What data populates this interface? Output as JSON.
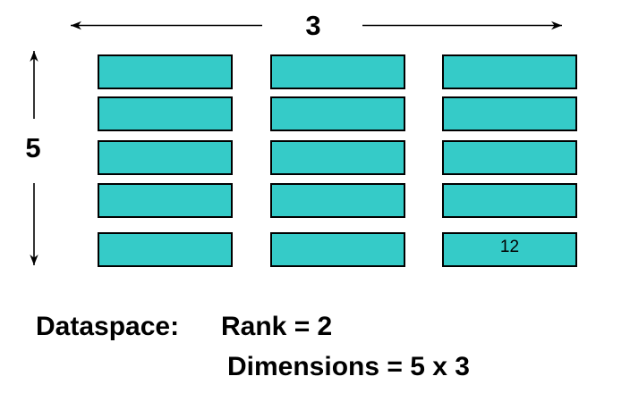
{
  "diagram": {
    "horizontal_dimension_label": "3",
    "vertical_dimension_label": "5",
    "grid": {
      "rows": 5,
      "cols": 3
    },
    "cell_value": {
      "text": "12",
      "row": 5,
      "col": 3
    },
    "colors": {
      "cell_fill": "#35cbc8",
      "cell_border": "#000000",
      "arrow": "#000000",
      "text": "#000000"
    }
  },
  "caption": {
    "dataspace_label": "Dataspace:",
    "rank_text": "Rank = 2",
    "dimensions_text": "Dimensions = 5 x 3"
  }
}
